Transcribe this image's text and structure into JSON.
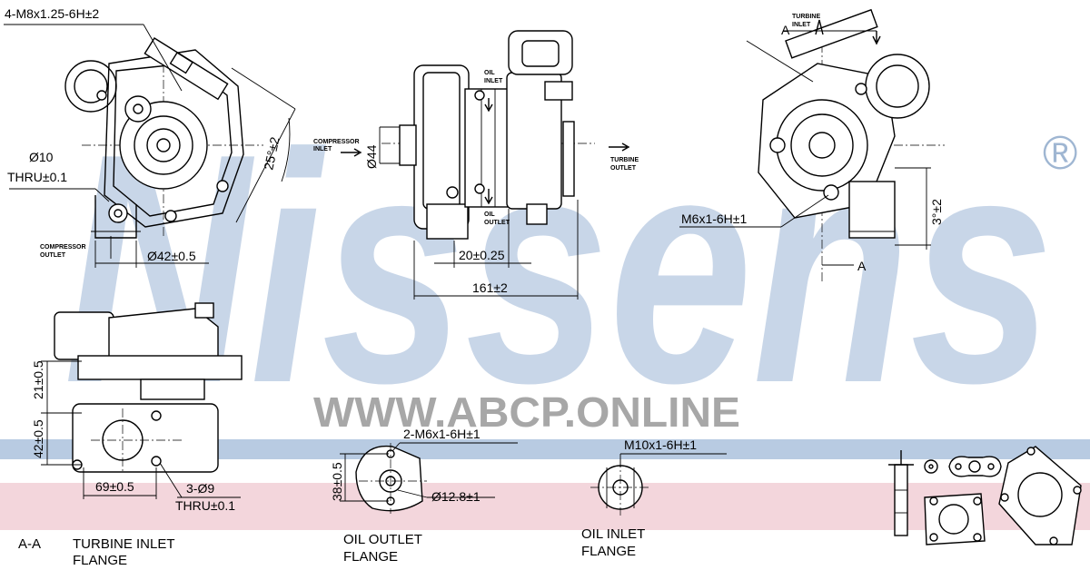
{
  "watermark": {
    "brand": "Nissens",
    "registered_mark": "®",
    "website": "WWW.ABCP.ONLINE",
    "brand_color": "#9fb6d2",
    "website_color": "#a7a7a7",
    "band_blue": "#b8cbe2",
    "band_pink": "#f3d6dc"
  },
  "labels": {
    "thread_4m8": "4-M8x1.25-6H±2",
    "angle_25": "25°±2",
    "dia10": "Ø10",
    "thru1": "THRU±0.1",
    "compressor_outlet_1": "COMPRESSOR",
    "compressor_outlet_2": "OUTLET",
    "dia42": "Ø42±0.5",
    "compressor_inlet_1": "COMPRESSOR",
    "compressor_inlet_2": "INLET",
    "dia44": "Ø44",
    "oil_inlet_1": "OIL",
    "oil_inlet_2": "INLET",
    "oil_outlet_1": "OIL",
    "oil_outlet_2": "OUTLET",
    "turbine_outlet_1": "TURBINE",
    "turbine_outlet_2": "OUTLET",
    "dim20": "20±0.25",
    "dim161": "161±2",
    "turbine_inlet_1": "TURBINE",
    "turbine_inlet_2": "INLET",
    "section_a_top": "A",
    "section_a_bottom": "A",
    "angle_3": "3°±2",
    "thread_m6_1": "M6x1-6H±1",
    "dim21": "21±0.5",
    "dim42": "42±0.5",
    "dim69": "69±0.5",
    "holes_3d9": "3-Ø9",
    "thru2": "THRU±0.1",
    "thread_2m6": "2-M6x1-6H±1",
    "dim38": "38±0.5",
    "dia12_8": "Ø12.8±1",
    "thread_m10": "M10x1-6H±1",
    "caption_aa": "A-A",
    "caption_turbine_1": "TURBINE INLET",
    "caption_turbine_2": "FLANGE",
    "caption_oil_out_1": "OIL OUTLET",
    "caption_oil_out_2": "FLANGE",
    "caption_oil_in_1": "OIL INLET",
    "caption_oil_in_2": "FLANGE"
  }
}
